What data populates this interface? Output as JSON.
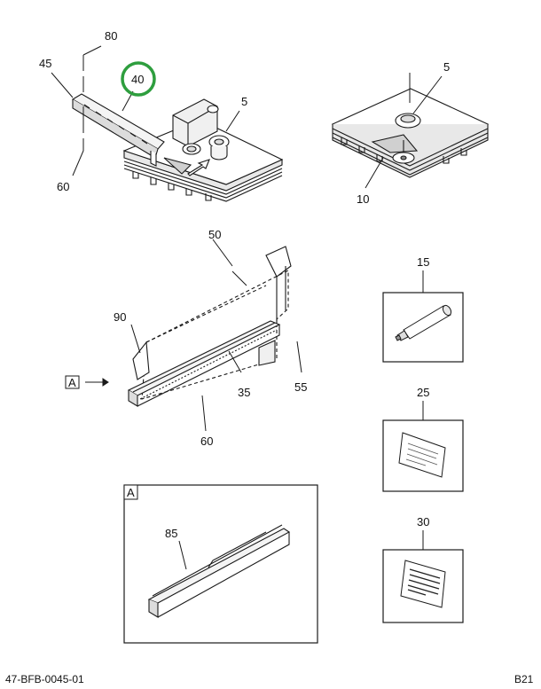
{
  "callouts": {
    "c80": "80",
    "c45": "45",
    "c40": "40",
    "c5a": "5",
    "c60a": "60",
    "c5b": "5",
    "c10": "10",
    "c50": "50",
    "c90": "90",
    "c35": "35",
    "c55": "55",
    "c60b": "60",
    "c15": "15",
    "c25": "25",
    "c30": "30",
    "c85": "85"
  },
  "view_marker": "A",
  "detail_marker": "A",
  "footer": {
    "part_number": "47-BFB-0045-01",
    "page_code": "B21"
  },
  "colors": {
    "highlight": "#2e9e3e",
    "line": "#1a1a1a"
  }
}
